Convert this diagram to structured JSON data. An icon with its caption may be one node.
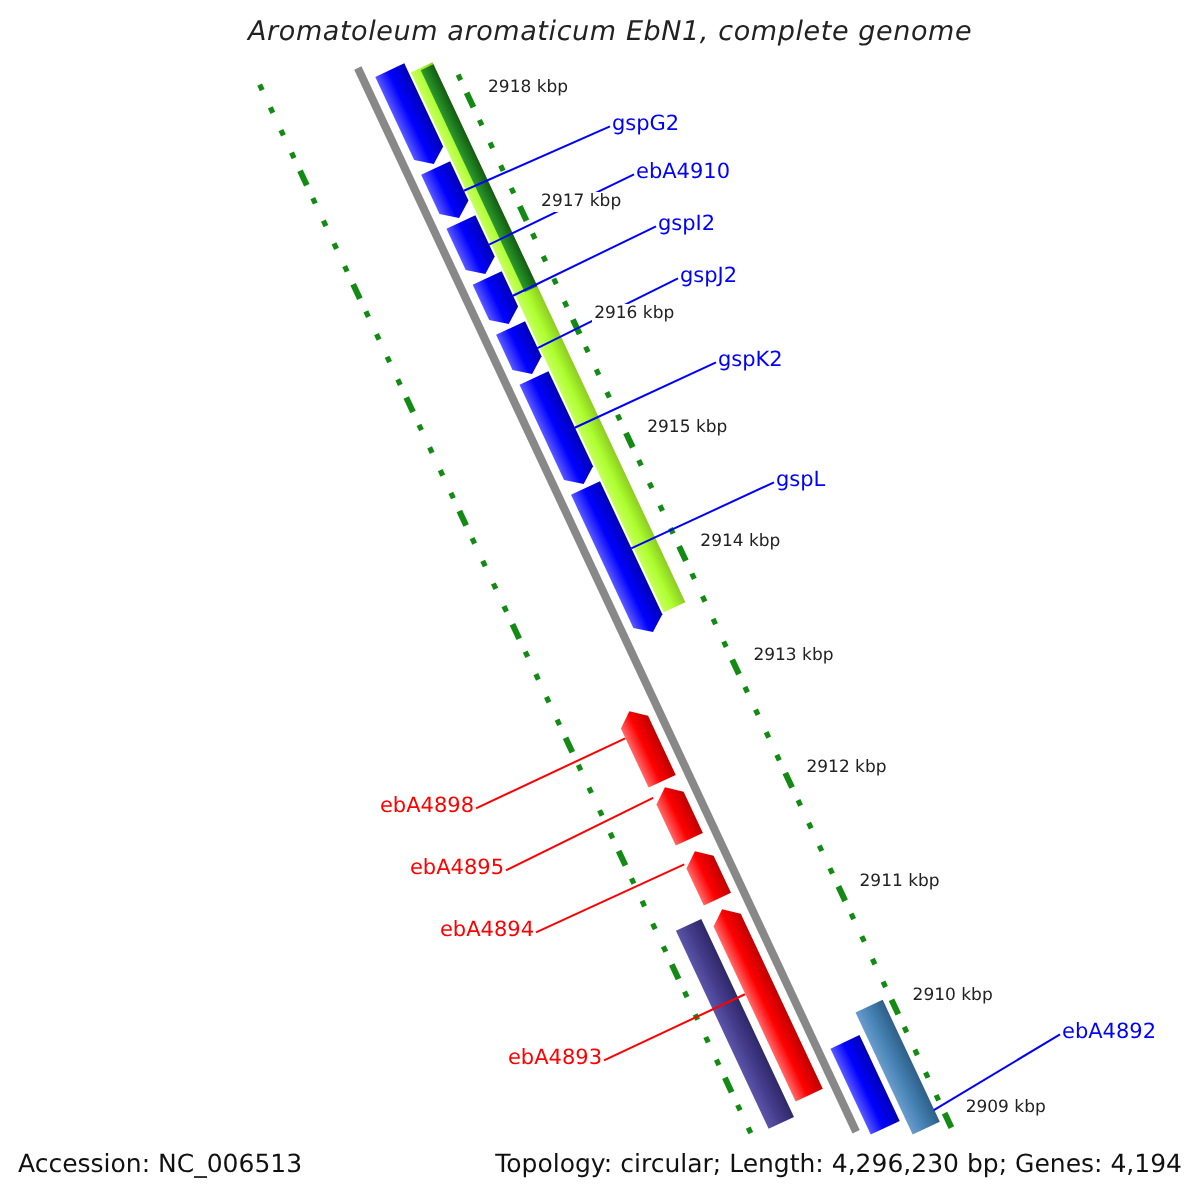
{
  "diagram": {
    "title": "Aromatoleum aromaticum EbN1, complete genome",
    "nodes": [
      {
        "text": [
          "gspG2"
        ]
      },
      {
        "text": [
          "ebA4910"
        ]
      },
      {
        "text": [
          "gspI2"
        ]
      },
      {
        "text": [
          "gspJ2"
        ]
      },
      {
        "text": [
          "gspK2"
        ]
      },
      {
        "text": [
          "gspL"
        ]
      },
      {
        "text": [
          "ebA4898"
        ]
      },
      {
        "text": [
          "ebA4895"
        ]
      },
      {
        "text": [
          "ebA4894"
        ]
      },
      {
        "text": [
          "ebA4893"
        ]
      },
      {
        "text": [
          "ebA4892"
        ]
      },
      {
        "text": [],
        "shape": "pentagon"
      },
      {
        "text": [],
        "shape": "pentagon"
      },
      {
        "text": [],
        "shape": "pentagon"
      },
      {
        "text": [],
        "shape": "pentagon"
      },
      {
        "text": [],
        "shape": "pentagon"
      },
      {
        "text": [],
        "shape": "pentagon"
      },
      {
        "text": [],
        "shape": "pentagon"
      },
      {
        "text": [],
        "shape": "bar"
      },
      {
        "text": [],
        "shape": "bar",
        "in": 18
      },
      {
        "text": [],
        "shape": "pentagon"
      },
      {
        "text": [],
        "shape": "pentagon"
      },
      {
        "text": [],
        "shape": "pentagon"
      },
      {
        "text": [],
        "shape": "pentagon"
      },
      {
        "text": [],
        "shape": "bar"
      },
      {
        "text": [],
        "shape": "bar"
      },
      {
        "text": [],
        "shape": "bar"
      }
    ],
    "edges": [
      {
        "from": 0,
        "to": 12,
        "arrow": "none"
      },
      {
        "from": 1,
        "to": 13,
        "arrow": "none"
      },
      {
        "from": 2,
        "to": 14,
        "arrow": "none"
      },
      {
        "from": 3,
        "to": 15,
        "arrow": "none"
      },
      {
        "from": 4,
        "to": 16,
        "arrow": "none"
      },
      {
        "from": 5,
        "to": 17,
        "arrow": "none"
      },
      {
        "from": 6,
        "to": 20,
        "arrow": "none",
        "color": "#ff0000"
      },
      {
        "from": 7,
        "to": 21,
        "arrow": "none",
        "color": "#ff0000"
      },
      {
        "from": 8,
        "to": 22,
        "arrow": "none",
        "color": "#ff0000"
      },
      {
        "from": 9,
        "to": 23,
        "arrow": "none",
        "color": "#ff0000"
      },
      {
        "from": 10,
        "to": 26,
        "arrow": "none"
      }
    ],
    "labels": [
      "2918 kbp",
      "2917 kbp",
      "2916 kbp",
      "2915 kbp",
      "2914 kbp",
      "2913 kbp",
      "2912 kbp",
      "2911 kbp",
      "2910 kbp",
      "2909 kbp",
      "Accession: NC_006513",
      "Topology: circular; Length: 4,296,230 bp; Genes: 4,194"
    ]
  }
}
